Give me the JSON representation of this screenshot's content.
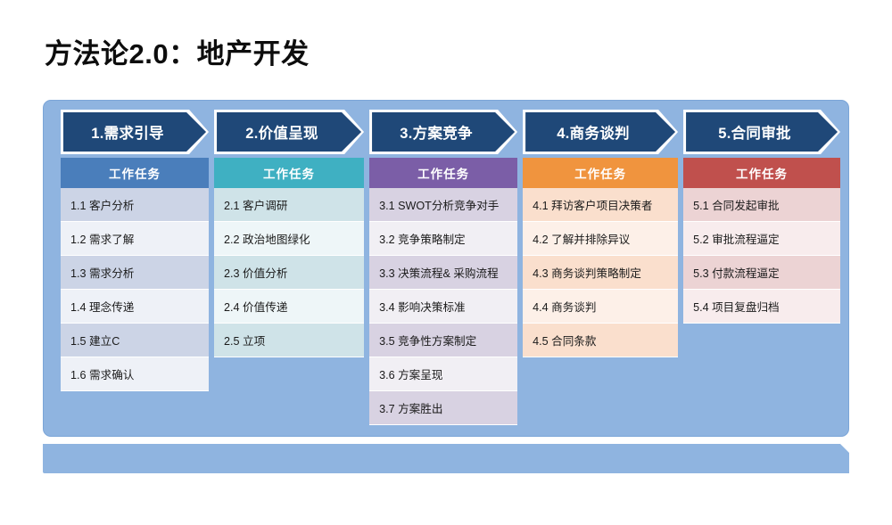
{
  "title": "方法论2.0：地产开发",
  "colors": {
    "panel": "#8fb4e0",
    "chevron": "#1f4878",
    "stage1": "#4a7ebb",
    "stage2": "#3fb0c2",
    "stage3": "#7b5ea7",
    "stage4": "#f0943e",
    "stage5": "#c0504d"
  },
  "columns": [
    {
      "header": "1.需求引导",
      "subheader": "工作任务",
      "tasks": [
        "1.1 客户分析",
        "1.2 需求了解",
        "1.3 需求分析",
        "1.4 理念传递",
        "1.5  建立C",
        "1.6 需求确认"
      ]
    },
    {
      "header": "2.价值呈现",
      "subheader": "工作任务",
      "tasks": [
        "2.1 客户调研",
        "2.2 政治地图绿化",
        "2.3 价值分析",
        "2.4 价值传递",
        "2.5 立项"
      ]
    },
    {
      "header": "3.方案竞争",
      "subheader": "工作任务",
      "tasks": [
        "3.1 SWOT分析竞争对手",
        "3.2 竞争策略制定",
        "3.3 决策流程& 采购流程",
        "3.4 影响决策标准",
        "3.5 竞争性方案制定",
        "3.6 方案呈现",
        "3.7 方案胜出"
      ]
    },
    {
      "header": "4.商务谈判",
      "subheader": "工作任务",
      "tasks": [
        "4.1 拜访客户项目决策者",
        "4.2 了解并排除异议",
        "4.3 商务谈判策略制定",
        "4.4 商务谈判",
        "4.5 合同条款"
      ]
    },
    {
      "header": "5.合同审批",
      "subheader": "工作任务",
      "tasks": [
        "5.1 合同发起审批",
        "5.2 审批流程逼定",
        "5.3 付款流程逼定",
        "5.4 项目复盘归档"
      ]
    }
  ]
}
